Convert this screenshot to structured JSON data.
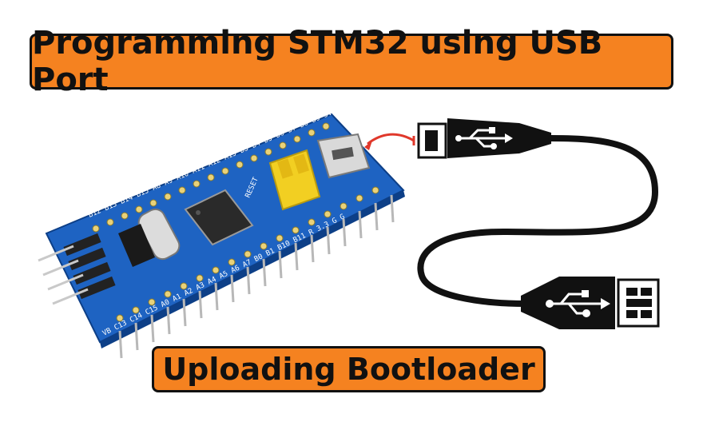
{
  "title": "Programming STM32 using USB Port",
  "subtitle": "Uploading Bootloader",
  "board": {
    "top_pins": "B12 B13 B14 B15 A8 A9 A10 A11 A12 A15 B3 B4 B5 B6 B7 B8 B9 5V G 3.3",
    "bottom_pins": "VB C13 C14 C15 A0 A1 A2 A3 A4 A5 A6 A7 B0 B1 B10 B11 R 3.3 G G",
    "reset_label": "RESET"
  },
  "colors": {
    "banner": "#f58220",
    "board": "#1e63c2",
    "jumper": "#f2cf22",
    "cable": "#111111",
    "arrow": "#e0382b"
  }
}
